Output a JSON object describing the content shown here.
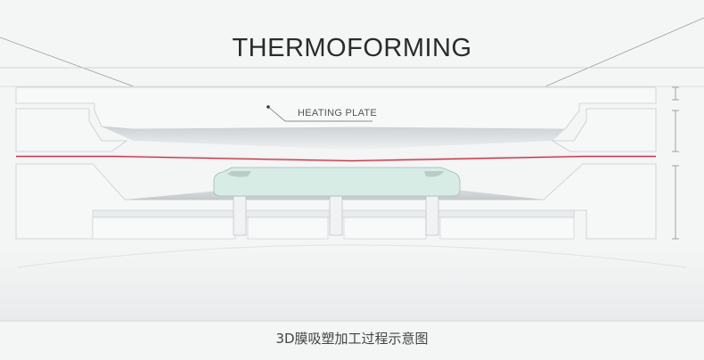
{
  "title": "THERMOFORMING",
  "label": "HEATING PLATE",
  "caption": "3D膜吸塑加工过程示意图",
  "colors": {
    "background": "#f4f5f5",
    "plate": "#f7f8f8",
    "plate_edge": "#c9cfd2",
    "film": "#c0384a",
    "part": "#d8ece6",
    "line": "#b8bcbf"
  }
}
